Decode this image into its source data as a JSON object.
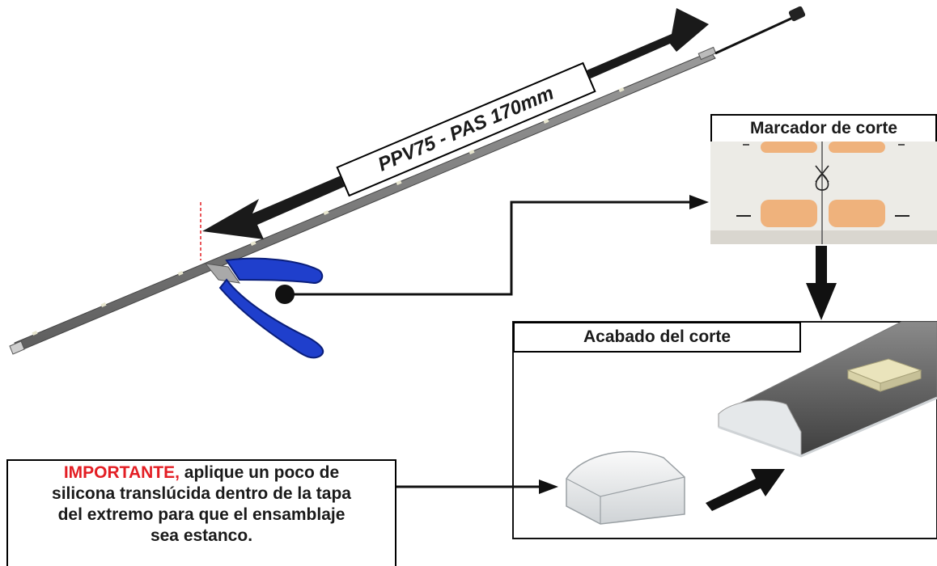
{
  "strip": {
    "label": "PPV75 - PAS 170mm"
  },
  "marker_box": {
    "title": "Marcador de corte"
  },
  "finish_box": {
    "title": "Acabado del corte"
  },
  "note": {
    "highlight": "IMPORTANTE,",
    "text_line1": " aplique un poco de",
    "text_line2": "silicona translúcida dentro de la tapa",
    "text_line3": "del extremo para que el ensamblaje",
    "text_line4": "sea estanco."
  },
  "colors": {
    "highlight": "#e31e24",
    "pliers_handle": "#1f3fcc",
    "cut_line": "#e31e24"
  }
}
